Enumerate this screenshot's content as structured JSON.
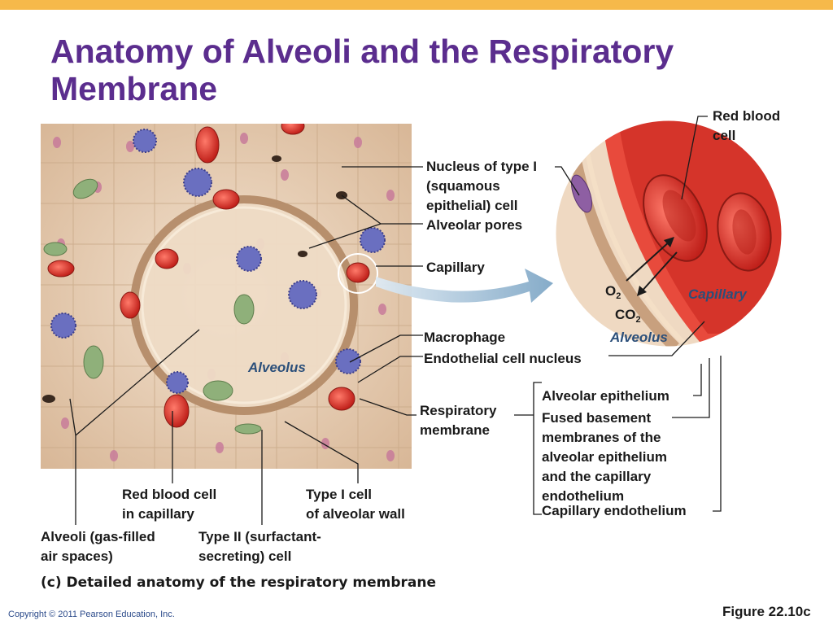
{
  "slide": {
    "title": "Anatomy of Alveoli and the Respiratory Membrane",
    "copyright": "Copyright © 2011 Pearson Education, Inc.",
    "figure": "Figure 22.10c",
    "caption": "(c) Detailed anatomy of the respiratory membrane"
  },
  "labels": {
    "nucleus_type1": "Nucleus of type I\n(squamous\nepithelial) cell",
    "alveolar_pores": "Alveolar pores",
    "capillary": "Capillary",
    "macrophage": "Macrophage",
    "endothelial_nucleus": "Endothelial cell nucleus",
    "respiratory_membrane": "Respiratory\nmembrane",
    "alveolus_left": "Alveolus",
    "rbc_in_capillary": "Red blood cell\nin capillary",
    "type1_cell": "Type I cell\nof alveolar wall",
    "alveoli_spaces": "Alveoli (gas-filled\nair spaces)",
    "type2_cell": "Type II (surfactant-\nsecreting) cell",
    "red_blood_cell": "Red blood\ncell",
    "o2": "O",
    "o2_sub": "2",
    "co2": "CO",
    "co2_sub": "2",
    "capillary_inset": "Capillary",
    "alveolus_inset": "Alveolus",
    "alveolar_epithelium": "Alveolar epithelium",
    "fused_membranes": "Fused basement\nmembranes of the\nalveolar epithelium\nand the capillary\nendothelium",
    "capillary_endothelium": "Capillary endothelium"
  },
  "colors": {
    "title": "#5b2d8e",
    "top_bar": "#f6b94a",
    "tissue": "#e8cdb2",
    "blood": "#d9342b",
    "macrophage": "#6a6fc0",
    "type2_cell": "#8fb07a",
    "arrow": "#8bb3cf"
  }
}
